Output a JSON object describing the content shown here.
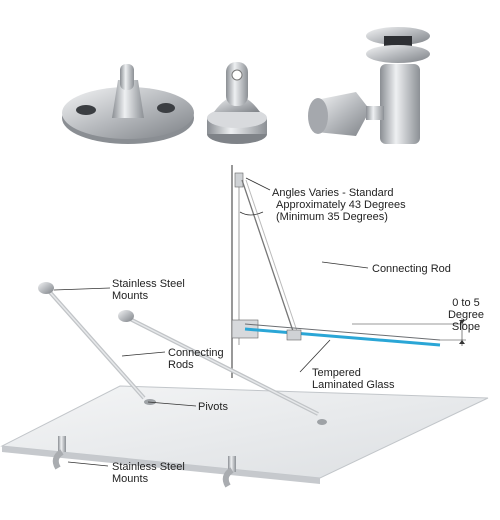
{
  "labels": {
    "angle_line1": "Angles Varies - Standard",
    "angle_line2": "Approximately 43 Degrees",
    "angle_line3": "(Minimum 35 Degrees)",
    "connecting_rod": "Connecting Rod",
    "slope_line1": "0 to 5",
    "slope_line2": "Degree",
    "slope_line3": "Slope",
    "tempered_line1": "Tempered",
    "tempered_line2": "Laminated Glass",
    "mounts_top_line1": "Stainless Steel",
    "mounts_top_line2": "Mounts",
    "rods_line1": "Connecting",
    "rods_line2": "Rods",
    "pivots": "Pivots",
    "mounts_bottom_line1": "Stainless Steel",
    "mounts_bottom_line2": "Mounts"
  },
  "colors": {
    "glass_edge": "#2aa6d6",
    "steel": "#b9bcc0",
    "line": "#333333"
  }
}
